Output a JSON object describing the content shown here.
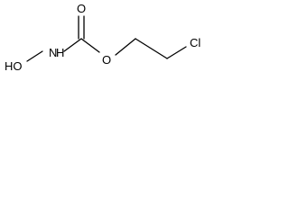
{
  "molecule": {
    "atoms": {
      "hydroxyl": "HO",
      "amine_nh": "N",
      "amine_h": "H",
      "carbonyl_o": "O",
      "ester_o": "O",
      "chlorine": "Cl"
    }
  },
  "colors": {
    "bond": "#000000",
    "label": "#000000",
    "background": "#ffffff"
  }
}
